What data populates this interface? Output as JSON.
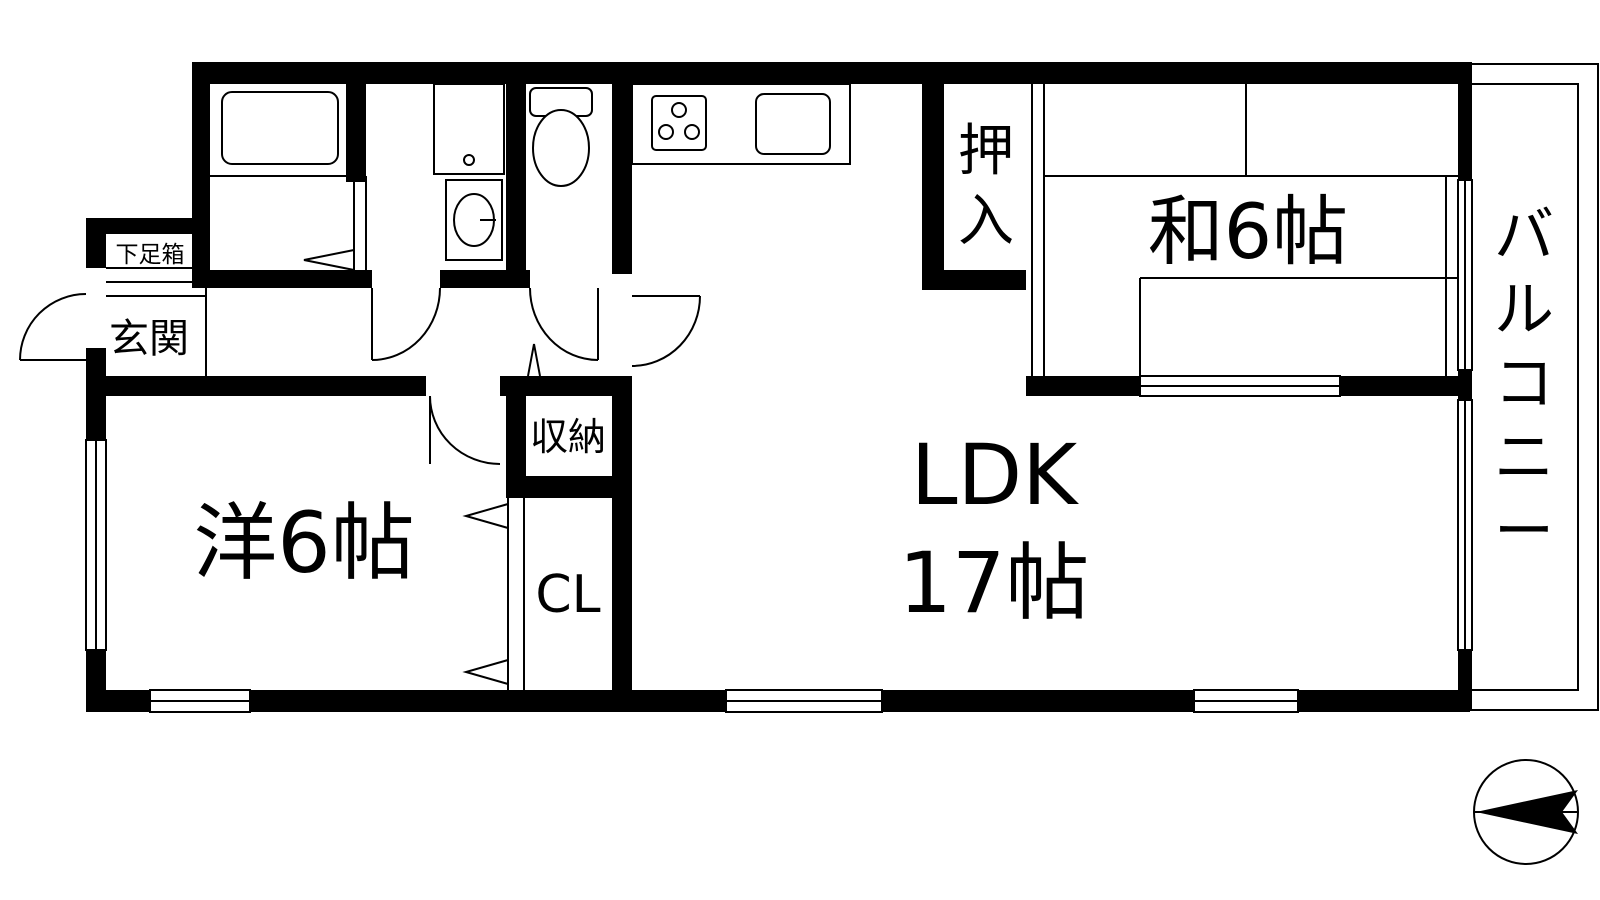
{
  "rooms": {
    "ldk_name": "LDK",
    "ldk_size": "17帖",
    "western": "洋6帖",
    "japanese": "和6帖",
    "entrance": "玄関",
    "shoe_box": "下足箱",
    "storage": "収納",
    "closet": "CL",
    "oshiire_1": "押",
    "oshiire_2": "入",
    "balcony_chars": [
      "バ",
      "ル",
      "コ",
      "ニ",
      "ー"
    ]
  },
  "icons": {
    "compass": "north-arrow-icon",
    "stove": "stove-icon",
    "sink": "sink-icon",
    "toilet": "toilet-icon",
    "bathtub": "bathtub-icon",
    "washbasin": "washbasin-icon"
  },
  "colors": {
    "wall": "#000000",
    "background": "#ffffff"
  }
}
